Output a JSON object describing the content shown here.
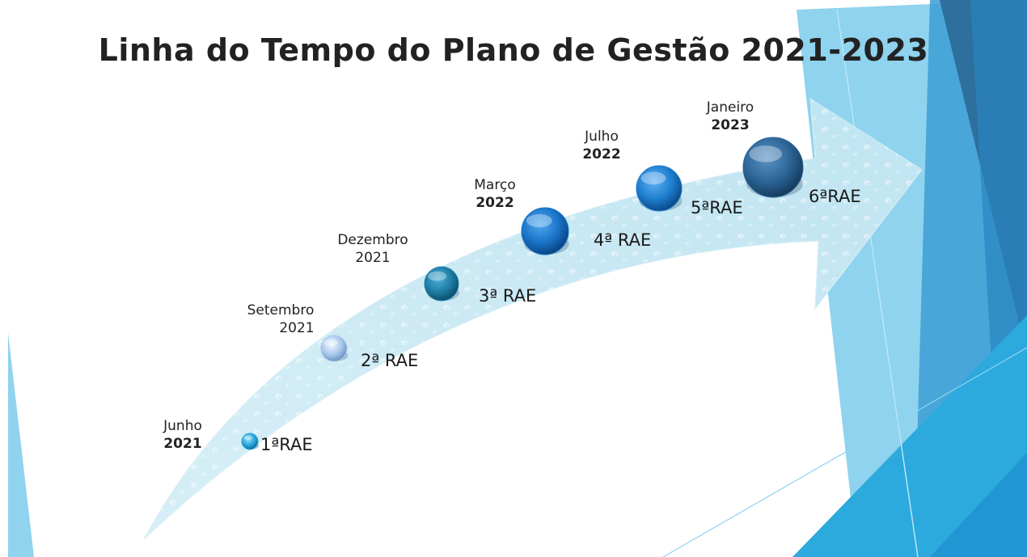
{
  "title": "Linha do Tempo do Plano de Gestão 2021-2023",
  "milestones": [
    {
      "month": "Junho",
      "year": "2021",
      "label": "1ªRAE",
      "color": "#29a6dc"
    },
    {
      "month": "Setembro",
      "year": "2021",
      "label": "2ª RAE",
      "color": "#a9c8ec"
    },
    {
      "month": "Dezembro",
      "year": "2021",
      "label": "3ª RAE",
      "color": "#1f7ea6"
    },
    {
      "month": "Março",
      "year": "2022",
      "label": "4ª RAE",
      "color": "#1a74c8"
    },
    {
      "month": "Julho",
      "year": "2022",
      "label": "5ªRAE",
      "color": "#1e7ecf"
    },
    {
      "month": "Janeiro",
      "year": "2023",
      "label": "6ªRAE",
      "color": "#2c6597"
    }
  ],
  "colors": {
    "arrow_fill": "#c9e8f3",
    "accent_light": "#8fd3ee",
    "accent_mid": "#2ca9dd",
    "accent_dark": "#2e6f9e"
  }
}
